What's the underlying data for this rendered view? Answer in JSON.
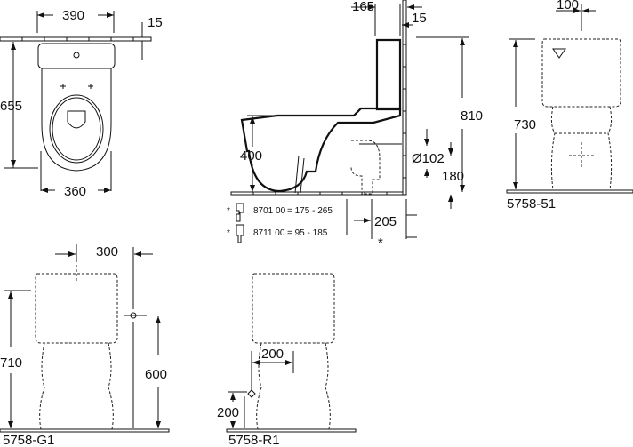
{
  "top_view": {
    "dim_width_tank": "390",
    "dim_wall_gap": "15",
    "dim_depth": "655",
    "dim_width_bowl": "360"
  },
  "side_view": {
    "dim_tank_offset": "165",
    "dim_wall_gap": "15",
    "dim_height": "810",
    "dim_seat_height": "400",
    "dim_pipe_diameter": "Ø102",
    "dim_outlet_height": "180",
    "dim_outlet_distance": "205",
    "asterisk": "*",
    "parts": [
      {
        "marker": "*",
        "code": "8701 00",
        "range": "= 175 -  265"
      },
      {
        "marker": "*",
        "code": "8711 00",
        "range": "=  95 -  185"
      }
    ]
  },
  "front_view_51": {
    "dim_offset": "100",
    "dim_height": "730",
    "model": "5758-51"
  },
  "front_view_g1": {
    "dim_offset": "300",
    "dim_height": "710",
    "dim_connection": "600",
    "model": "5758-G1"
  },
  "front_view_r1": {
    "dim_offset": "200",
    "dim_connection": "200",
    "model": "5758-R1"
  }
}
